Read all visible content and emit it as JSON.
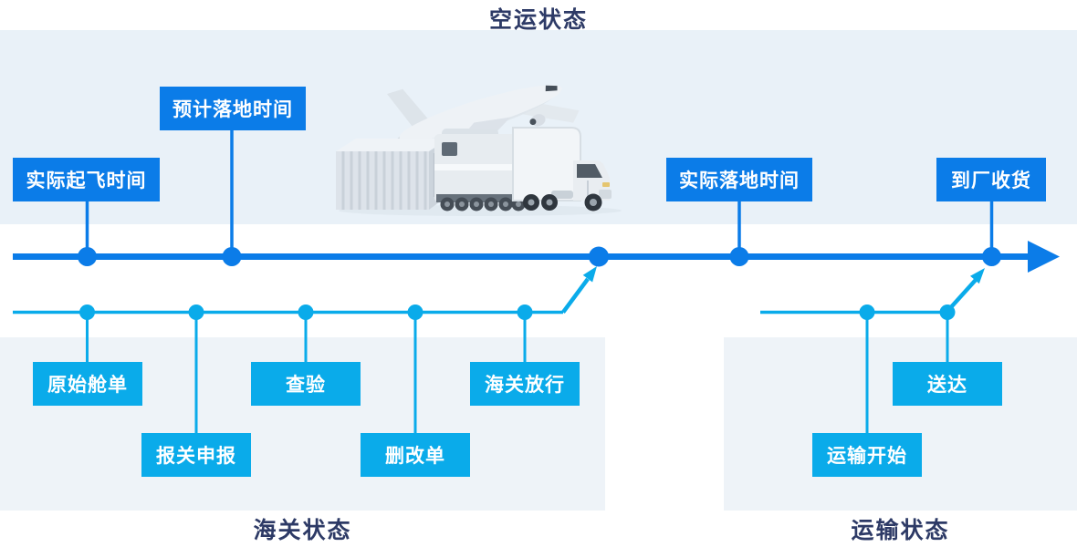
{
  "titles": {
    "air": "空运状态",
    "customs": "海关状态",
    "transport": "运输状态"
  },
  "colors": {
    "primary_blue": "#0b7ce8",
    "secondary_cyan": "#0aabea",
    "top_panel_bg": "#e9f1f8",
    "bottom_panel_bg": "#eef3f8",
    "title_navy": "#2d3a66",
    "label_text": "#ffffff",
    "page_bg": "#ffffff"
  },
  "air_timeline": {
    "events": [
      {
        "label": "实际起飞时间"
      },
      {
        "label": "预计落地时间"
      },
      {
        "label": "实际落地时间"
      },
      {
        "label": "到厂收货"
      }
    ]
  },
  "customs_timeline": {
    "events": [
      {
        "label": "原始舱单"
      },
      {
        "label": "报关申报"
      },
      {
        "label": "查验"
      },
      {
        "label": "删改单"
      },
      {
        "label": "海关放行"
      }
    ]
  },
  "transport_timeline": {
    "events": [
      {
        "label": "运输开始"
      },
      {
        "label": "送达"
      }
    ]
  },
  "illustration": {
    "name": "cargo-plane-train-truck-container"
  }
}
